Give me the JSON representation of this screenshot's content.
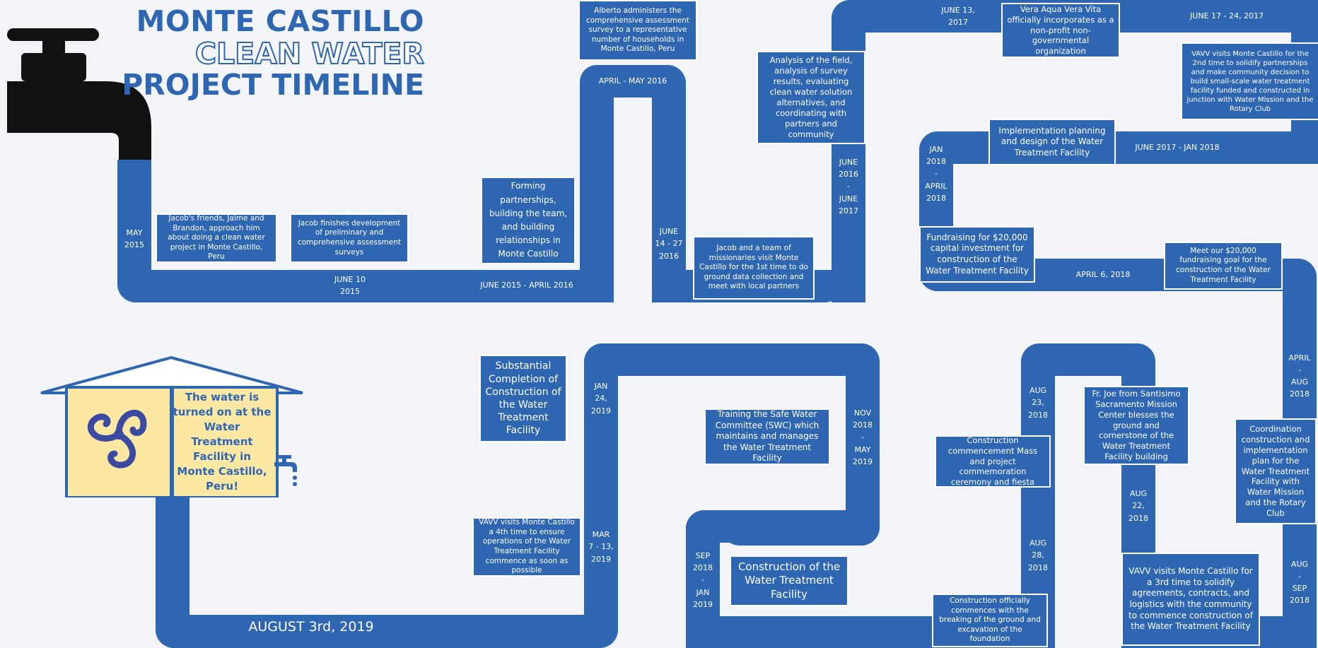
{
  "title": {
    "line1": "MONTE CASTILLO",
    "line2": "CLEAN WATER",
    "line3": "PROJECT TIMELINE"
  },
  "colors": {
    "pipe": "#2f66b1",
    "house_fill": "#fce7a3",
    "background": "#f2f4f7"
  },
  "icons": {
    "faucet": "faucet-icon",
    "logo": "triskelion-logo",
    "small_faucet": "small-faucet-icon"
  },
  "dates": {
    "d01": "MAY\n2015",
    "d02": "JUNE 10\n2015",
    "d03": "JUNE 2015 - APRIL 2016",
    "d04": "APRIL - MAY 2016",
    "d05": "JUNE\n14 - 27\n2016",
    "d06": "JUNE\n2016\n-\nJUNE\n2017",
    "d07": "JUNE 13,\n2017",
    "d08": "JUNE 17 - 24,  2017",
    "d09": "JUNE 2017 - JAN 2018",
    "d10": "JAN\n2018\n-\nAPRIL\n2018",
    "d11": "APRIL 6, 2018",
    "d12": "APRIL\n-\nAUG\n2018",
    "d13": "AUG\n-\nSEP\n2018",
    "d14": "AUG\n22,\n2018",
    "d15": "AUG\n23,\n2018",
    "d16": "AUG\n28,\n2018",
    "d17": "SEP\n2018\n-\nJAN\n2019",
    "d18": "NOV\n2018\n-\nMAY\n2019",
    "d19": "JAN\n24,\n2019",
    "d20": "MAR\n7 - 13,\n2019",
    "final": "AUGUST 3rd, 2019"
  },
  "events": {
    "e01": "Jacob's friends, Jaime and Brandon, approach him about doing a clean water project in Monte Castillo, Peru",
    "e02": "Jacob finishes development of preliminary and comprehensive assessment surveys",
    "e03": "Forming partnerships, building the team, and building relationships in Monte Castillo",
    "e04": "Alberto administers the comprehensive assessment survey to a representative number of households in Monte Castillo, Peru",
    "e05": "Jacob and a team of missionaries visit Monte Castillo for the 1st time to do ground data collection and meet with local partners",
    "e06": "Analysis of the field, analysis of survey results, evaluating clean water solution alternatives, and coordinating with partners and community",
    "e07": "Vera Aqua Vera Vita officially incorporates as a non-profit non-governmental organization",
    "e08": "VAVV visits Monte Castillo for the 2nd time to solidify partnerships and make community decision to build small-scale water treatment facility funded and constructed in junction with Water Mission and the Rotary Club",
    "e09": "Implementation planning and design of the Water Treatment Facility",
    "e10": "Fundraising for $20,000 capital investment for construction of the Water Treatment Facility",
    "e11": "Meet our $20,000 fundraising goal for the construction of the Water Treatment Facility",
    "e12": "Coordination construction and implementation plan for the Water Treatment Facility with Water Mission and the Rotary Club",
    "e13": "VAVV visits Monte Castillo for a 3rd time to solidify agreements, contracts, and logistics with the community to commence construction of the Water Treatment Facility",
    "e14": "Fr. Joe from Santisimo Sacramento Mission Center blesses the ground and cornerstone of the Water Treatment Facility building",
    "e15": "Construction commencement Mass and project commemoration ceremony and fiesta",
    "e16": "Construction officially commences with the breaking of the ground and excavation of the foundation",
    "e17": "Construction of the Water Treatment Facility",
    "e18": "Training the Safe Water Committee (SWC) which maintains and manages the Water Treatment Facility",
    "e19": "Substantial Completion of Construction of the Water Treatment Facility",
    "e20": "VAVV visits Monte Castillo a 4th time to ensure operations of the Water Treatment Facility commence as soon as possible"
  },
  "house_text": "The water is turned on at the Water Treatment Facility in Monte Castillo, Peru!"
}
